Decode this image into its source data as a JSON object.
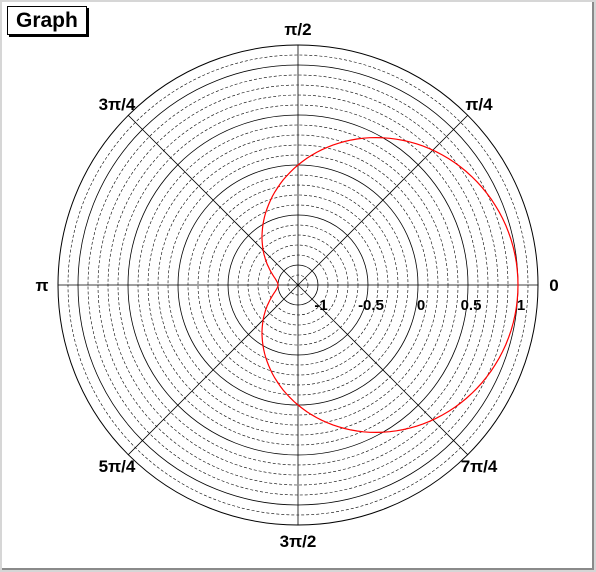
{
  "title": "Graph",
  "chart_data": {
    "type": "polar-line",
    "title": "Graph",
    "radial_axis": {
      "range": [
        -1.2,
        1.2
      ],
      "tick_labels": [
        "-1",
        "-0.5",
        "0",
        "0.5",
        "1"
      ],
      "tick_values": [
        -1,
        -0.5,
        0,
        0.5,
        1
      ]
    },
    "angular_axis": {
      "labels": [
        {
          "angle_deg": 0,
          "text": "0"
        },
        {
          "angle_deg": 45,
          "text": "π/4"
        },
        {
          "angle_deg": 90,
          "text": "π/2"
        },
        {
          "angle_deg": 135,
          "text": "3π/4"
        },
        {
          "angle_deg": 180,
          "text": "π"
        },
        {
          "angle_deg": 225,
          "text": "5π/4"
        },
        {
          "angle_deg": 270,
          "text": "3π/2"
        },
        {
          "angle_deg": 315,
          "text": "7π/4"
        }
      ]
    },
    "grid": true,
    "series": [
      {
        "color": "#ff0000",
        "theta_deg": [
          0,
          15,
          30,
          45,
          60,
          75,
          90,
          105,
          120,
          135,
          150,
          165,
          180,
          195,
          210,
          225,
          240,
          255,
          270,
          285,
          300,
          315,
          330,
          345,
          360
        ],
        "r": [
          1.0,
          0.966,
          0.866,
          0.707,
          0.5,
          0.259,
          0.0,
          -0.259,
          -0.5,
          -0.707,
          -0.866,
          -0.966,
          -1.0,
          -0.966,
          -0.866,
          -0.707,
          -0.5,
          -0.259,
          0.0,
          0.259,
          0.5,
          0.707,
          0.866,
          0.966,
          1.0
        ]
      }
    ]
  }
}
